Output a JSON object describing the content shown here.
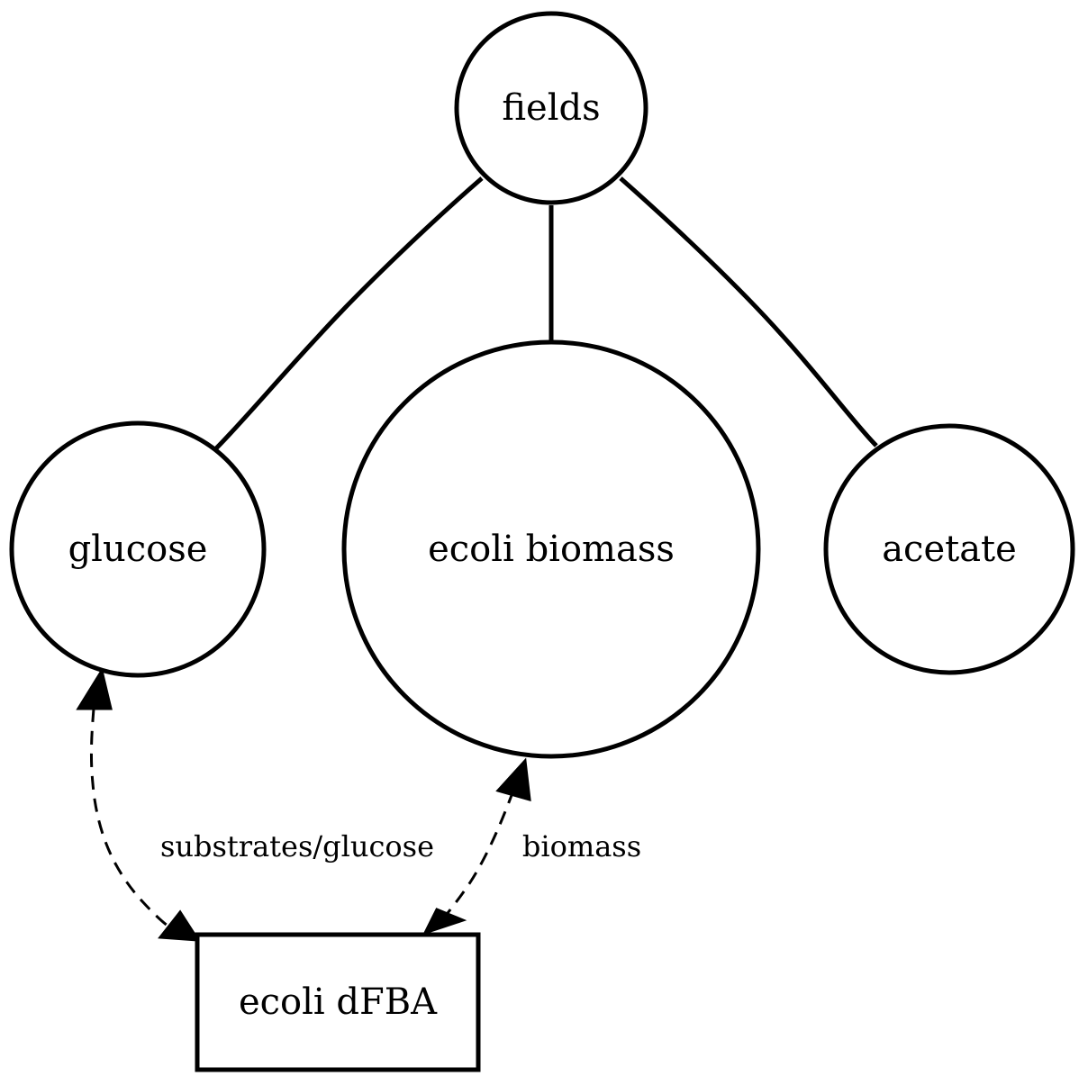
{
  "diagram": {
    "type": "graph",
    "colors": {
      "stroke": "#000000",
      "fill": "#ffffff",
      "text": "#000000"
    },
    "nodes": {
      "fields": {
        "label": "fields",
        "shape": "circle"
      },
      "glucose": {
        "label": "glucose",
        "shape": "circle"
      },
      "biomass": {
        "label": "ecoli biomass",
        "shape": "circle"
      },
      "acetate": {
        "label": "acetate",
        "shape": "circle"
      },
      "dfba": {
        "label": "ecoli dFBA",
        "shape": "box"
      }
    },
    "edges": [
      {
        "from": "fields",
        "to": "glucose",
        "style": "solid",
        "label": ""
      },
      {
        "from": "fields",
        "to": "ecoli biomass",
        "style": "solid",
        "label": ""
      },
      {
        "from": "fields",
        "to": "acetate",
        "style": "solid",
        "label": ""
      },
      {
        "from": "glucose",
        "to": "ecoli dFBA",
        "style": "dashed",
        "direction": "both",
        "label": "substrates/glucose"
      },
      {
        "from": "ecoli biomass",
        "to": "ecoli dFBA",
        "style": "dashed",
        "direction": "both",
        "label": "biomass"
      }
    ],
    "edge_labels": {
      "glucose_edge": "substrates/glucose",
      "biomass_edge": "biomass"
    }
  }
}
